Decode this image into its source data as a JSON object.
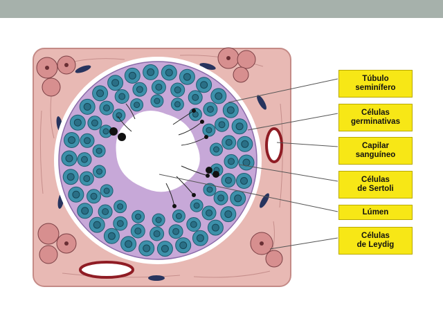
{
  "labels": {
    "tubulo": {
      "line1": "Túbulo",
      "line2": "seminífero"
    },
    "germinativas": {
      "line1": "Células",
      "line2": "germinativas"
    },
    "capilar": {
      "line1": "Capilar",
      "line2": "sanguíneo"
    },
    "sertoli": {
      "line1": "Células",
      "line2": "de Sertoli"
    },
    "lumen": {
      "line1": "Lúmen"
    },
    "leydig": {
      "line1": "Células",
      "line2": "de Leydig"
    }
  },
  "colors": {
    "tissue": "#e8b9b4",
    "interstitial": "#d78f8f",
    "germ_cell": "#3d90aa",
    "sertoli": "#c7a8d8",
    "label_bg": "#f7e716",
    "top_bar": "#a6b1ab"
  }
}
